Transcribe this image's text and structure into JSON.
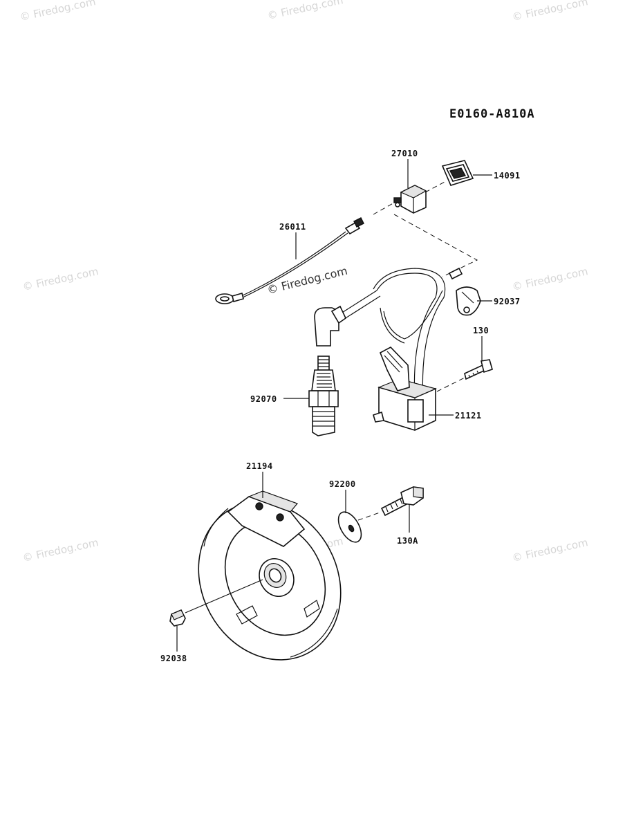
{
  "diagram_code": "E0160-A810A",
  "watermark": "© Firedog.com",
  "colors": {
    "line": "#111111",
    "watermark": "#d6d6d6",
    "background": "#ffffff"
  },
  "parts": [
    {
      "id": "27010",
      "label": "27010"
    },
    {
      "id": "14091",
      "label": "14091"
    },
    {
      "id": "26011",
      "label": "26011"
    },
    {
      "id": "92037",
      "label": "92037"
    },
    {
      "id": "130",
      "label": "130"
    },
    {
      "id": "92070",
      "label": "92070"
    },
    {
      "id": "21121",
      "label": "21121"
    },
    {
      "id": "21194",
      "label": "21194"
    },
    {
      "id": "92200",
      "label": "92200"
    },
    {
      "id": "130A",
      "label": "130A"
    },
    {
      "id": "92038",
      "label": "92038"
    }
  ]
}
